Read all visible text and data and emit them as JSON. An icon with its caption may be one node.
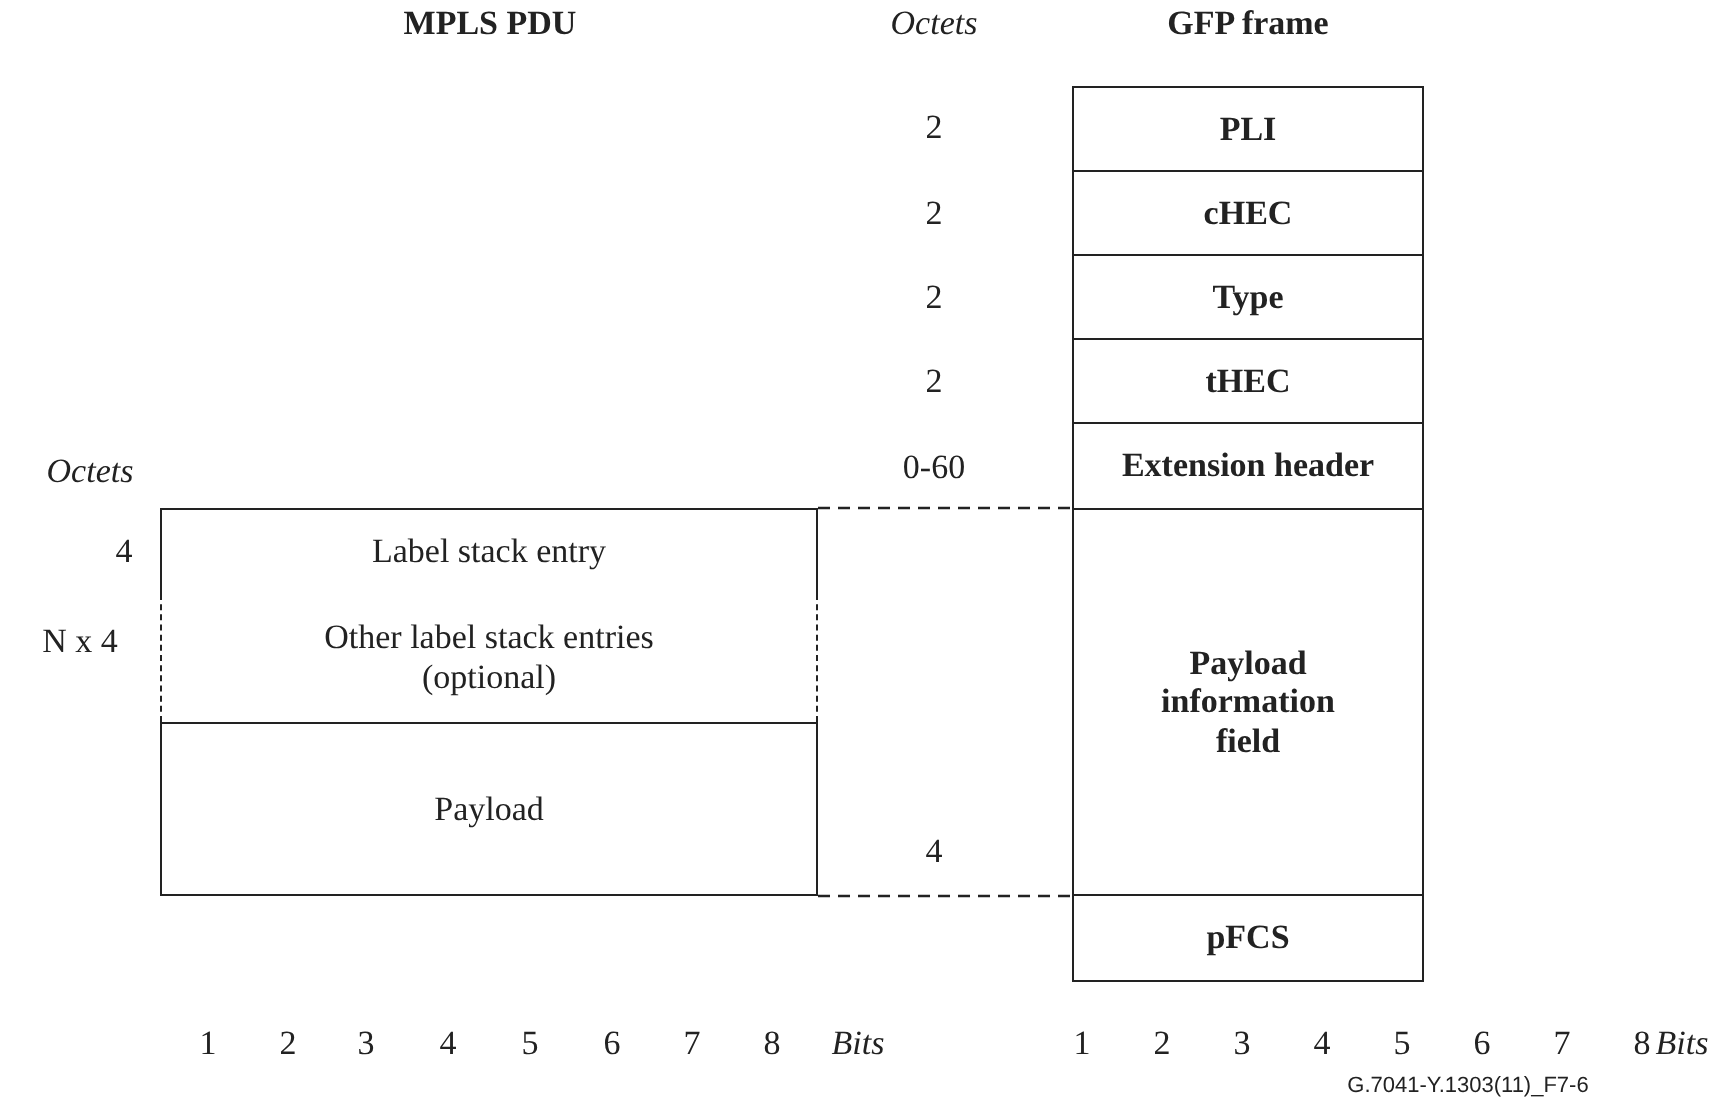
{
  "diagram": {
    "nodes": [
      {
        "text": [
          "PLI"
        ]
      },
      {
        "text": [
          "cHEC"
        ]
      },
      {
        "text": [
          "Type"
        ]
      },
      {
        "text": [
          "tHEC"
        ]
      },
      {
        "text": [
          "Extension header"
        ]
      },
      {
        "text": [
          "Payload information field"
        ]
      },
      {
        "text": [
          "pFCS"
        ]
      },
      {
        "text": [
          "Label stack entry"
        ]
      },
      {
        "text": [
          "Other label stack entries (optional)"
        ]
      },
      {
        "text": [
          "Payload"
        ]
      }
    ],
    "edges": [
      {
        "from": 7,
        "to": 5,
        "arrow": "none",
        "style": "dashed"
      },
      {
        "from": 9,
        "to": 5,
        "arrow": "none",
        "style": "dashed"
      }
    ],
    "labels": [
      "MPLS PDU",
      "Octets",
      "GFP frame",
      "2",
      "2",
      "2",
      "2",
      "Octets",
      "0-60",
      "4",
      "N x 4",
      "4",
      "1",
      "2",
      "3",
      "4",
      "5",
      "6",
      "7",
      "8",
      "Bits",
      "1",
      "2",
      "3",
      "4",
      "5",
      "6",
      "7",
      "8",
      "Bits",
      "G.7041-Y.1303(11)_F7-6"
    ]
  }
}
